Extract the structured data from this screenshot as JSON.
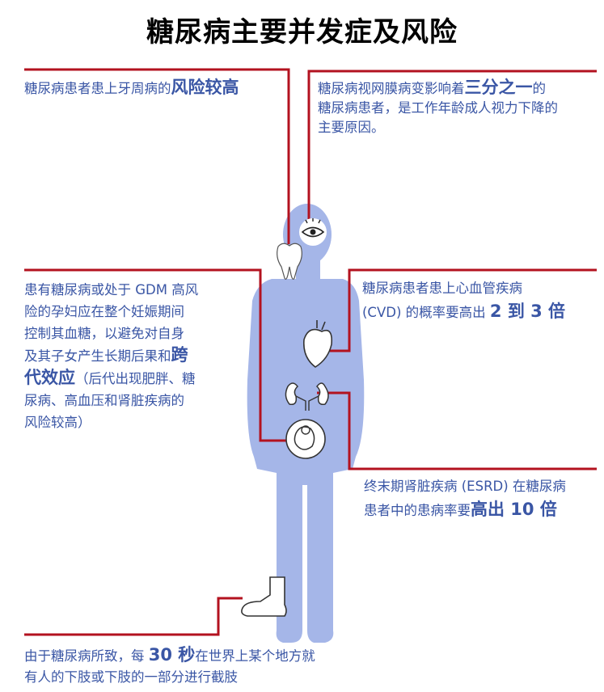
{
  "title": "糖尿病主要并发症及风险",
  "colors": {
    "body": "#a5b6e8",
    "line": "#b3121f",
    "text": "#3a56a5",
    "organ": "#ffffff"
  },
  "icons": [
    "eye-icon",
    "tooth-icon",
    "heart-icon",
    "kidneys-icon",
    "fetus-icon",
    "foot-icon"
  ],
  "callouts": {
    "periodontal": {
      "t1": "糖尿病患者患上牙周病的",
      "h1": "风险较高"
    },
    "retinopathy": {
      "t1": "糖尿病视网膜病变影响着",
      "h1": "三分之一",
      "t2": "的",
      "line2": "糖尿病患者，是工作年龄成人视力下降的",
      "line3": "主要原因。"
    },
    "gdm": {
      "line1": "患有糖尿病或处于 GDM 高风",
      "line2": "险的孕妇应在整个妊娠期间",
      "line3": "控制其血糖，以避免对自身",
      "line4a": "及其子女产生长期后果和",
      "h1": "跨",
      "h2": "代效应",
      "line5b": "（后代出现肥胖、糖",
      "line6": "尿病、高血压和肾脏疾病的",
      "line7": "风险较高）"
    },
    "cvd": {
      "line1": "糖尿病患者患上心血管疾病",
      "line2a": "(CVD) 的概率要高出 ",
      "h1": "2 到 3 倍"
    },
    "esrd": {
      "line1": "终末期肾脏疾病 (ESRD) 在糖尿病",
      "line2a": "患者中的患病率要",
      "h1": "高出 10 倍"
    },
    "amputation": {
      "line1a": "由于糖尿病所致，每 ",
      "h1": "30 秒",
      "line1b": "在世界上某个地方就",
      "line2": "有人的下肢或下肢的一部分进行截肢"
    }
  }
}
